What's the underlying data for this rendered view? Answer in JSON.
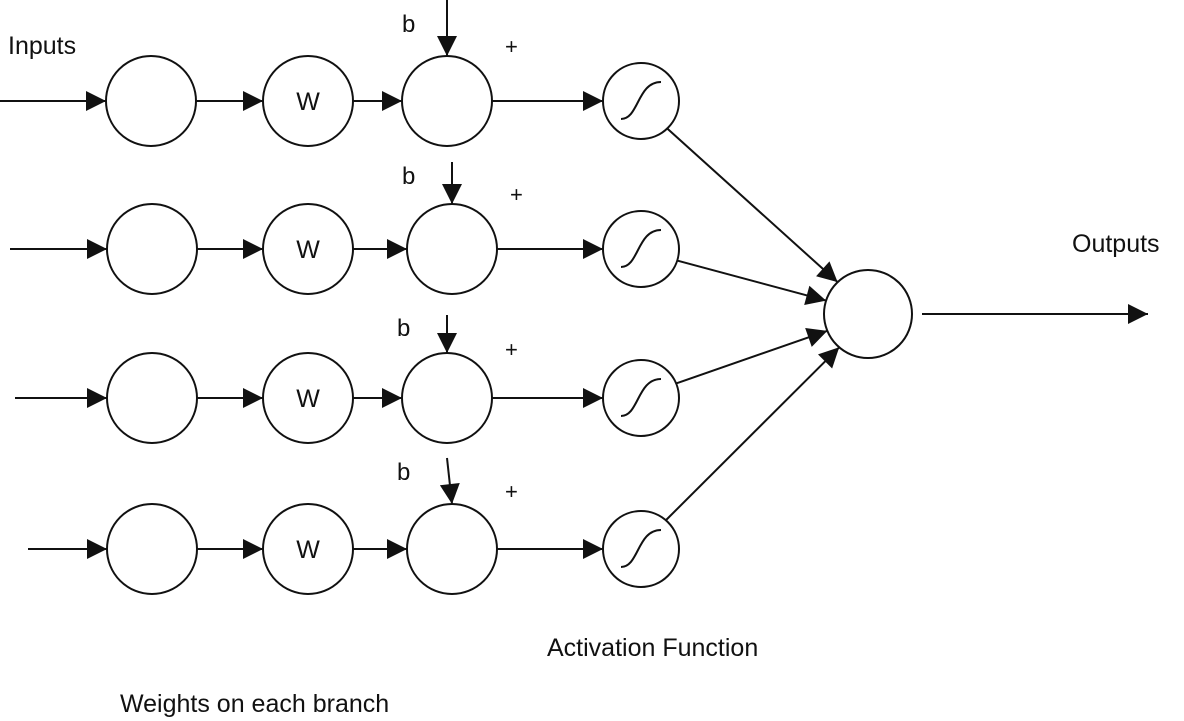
{
  "labels": {
    "inputs": "Inputs",
    "outputs": "Outputs",
    "activation": "Activation Function",
    "weights": "Weights on each branch"
  },
  "branches": [
    {
      "weight": "W",
      "bias": "b",
      "sum": "+"
    },
    {
      "weight": "W",
      "bias": "b",
      "sum": "+"
    },
    {
      "weight": "W",
      "bias": "b",
      "sum": "+"
    },
    {
      "weight": "W",
      "bias": "b",
      "sum": "+"
    }
  ],
  "colors": {
    "stroke": "#111111",
    "background": "#ffffff"
  }
}
